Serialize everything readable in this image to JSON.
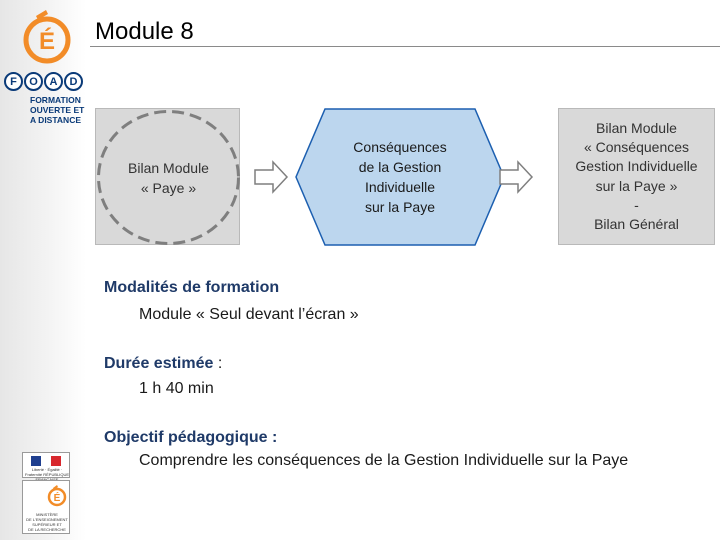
{
  "slide": {
    "title": "Module 8"
  },
  "branding": {
    "logo_letter": "É",
    "foad_letters": [
      "F",
      "O",
      "A",
      "D"
    ],
    "foad_subtitle": "FORMATION\nOUVERTE ET\nA DISTANCE",
    "republic_text": "Liberté · Égalité · Fraternité RÉPUBLIQUE FRANÇAISE",
    "ministry_text": "MINISTÈRE\nDE L'ENSEIGNEMENT\nSUPÉRIEUR ET\nDE LA RECHERCHE"
  },
  "flow": {
    "step1": "Bilan Module\n« Paye »",
    "step2": "Conséquences\nde la Gestion\nIndividuelle\nsur la Paye",
    "step3": "Bilan Module\n« Conséquences\nGestion Individuelle\nsur la Paye »\n-\nBilan Général"
  },
  "details": {
    "modalites_label": "Modalités de formation",
    "modalites_value": "Module « Seul devant l’écran »",
    "duree_label": "Durée estimée",
    "duree_sep": " :",
    "duree_value": "1 h 40 min",
    "objectif_label": "Objectif pédagogique :",
    "objectif_value": "Comprendre les conséquences de la Gestion Individuelle sur la Paye"
  },
  "colors": {
    "accent_orange": "#f28c28",
    "brand_blue": "#0a3a78",
    "label_blue": "#1f3a68",
    "hex_fill": "#bcd6ee",
    "hex_stroke": "#1c5fb0",
    "box_fill": "#d9d9d9"
  },
  "icons": [
    "education-logo-icon",
    "marianne-icon",
    "ministry-logo-icon",
    "right-arrow-icon"
  ]
}
